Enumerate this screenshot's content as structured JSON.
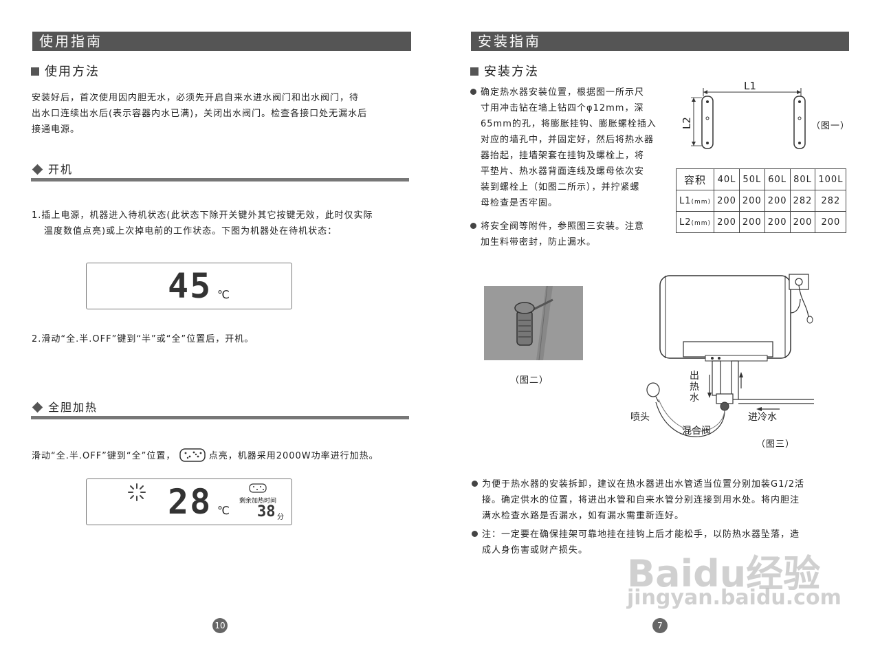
{
  "left": {
    "title": "使用指南",
    "section1": {
      "heading": "使用方法",
      "para": [
        "安装好后，首次使用因内胆无水，必须先开启自来水进水阀门和出水阀门，待",
        "出水口连续出水后(表示容器内水已满)，关闭出水阀门。检查各接口处无漏水后",
        "接通电源。"
      ]
    },
    "section2": {
      "heading": "开机",
      "step1": [
        "1.插上电源，机器进入待机状态(此状态下除开关键外其它按键无效，此时仅实际",
        "温度数值点亮)或上次掉电前的工作状态。下图为机器处在待机状态："
      ],
      "display_temp": "45",
      "unit": "℃",
      "step2": "2.滑动“全.半.OFF”键到“半”或“全”位置后，开机。"
    },
    "section3": {
      "heading": "全胆加热",
      "para_before": "滑动“全.半.OFF”键到“全”位置，",
      "para_after": "点亮，机器采用2000W功率进行加热。",
      "display_temp": "28",
      "unit": "℃",
      "remaining_label": "剩余加热时间",
      "remaining_value": "38",
      "remaining_unit": "分"
    },
    "page_number": "10"
  },
  "right": {
    "title": "安装指南",
    "heading": "安装方法",
    "bullet1": [
      "确定热水器安装位置，根据图一所示尺",
      "寸用冲击钻在墙上钻四个φ12mm，深",
      "65mm的孔，将膨胀挂钩、膨胀螺栓插入",
      "对应的墙孔中，并固定好，然后将热水器",
      "器抬起，挂墙架套在挂钩及螺栓上，将",
      "平垫片、热水器背面连线及螺母依次安",
      "装到螺栓上（如图二所示），并拧紧螺",
      "母检查是否牢固。"
    ],
    "bullet2": [
      "将安全阀等附件，参照图三安装。注意",
      "加生料带密封，防止漏水。"
    ],
    "fig1": {
      "l1": "L1",
      "l2": "L2",
      "caption": "（图一）"
    },
    "table": {
      "header": [
        "容积",
        "40L",
        "50L",
        "60L",
        "80L",
        "100L"
      ],
      "rows": [
        {
          "label": "L1",
          "unit": "(mm)",
          "values": [
            "200",
            "200",
            "200",
            "282",
            "282"
          ]
        },
        {
          "label": "L2",
          "unit": "(mm)",
          "values": [
            "200",
            "200",
            "200",
            "200",
            "200"
          ]
        }
      ]
    },
    "fig2_caption": "（图二）",
    "fig3": {
      "outlet": "出热水",
      "shower": "喷头",
      "mixer": "混合阀",
      "inlet": "进冷水",
      "caption": "（图三）"
    },
    "bullet3": [
      "为便于热水器的安装拆卸，建议在热水器进出水管适当位置分别加装G1/2活",
      "接。确定供水的位置，将进出水管和自来水管分别连接到用水处。将内胆注",
      "满水检查水路是否漏水，如有漏水需重新连好。"
    ],
    "bullet4": [
      "注：一定要在确保挂架可靠地挂在挂钩上后才能松手，以防热水器坠落，造",
      "成人身伤害或财产损失。"
    ],
    "page_number": "7",
    "watermark_brand": "Baidu经验",
    "watermark_url": "jingyan.baidu.com"
  },
  "colors": {
    "bar": "#555555",
    "rule": "#777777",
    "text": "#222222"
  }
}
